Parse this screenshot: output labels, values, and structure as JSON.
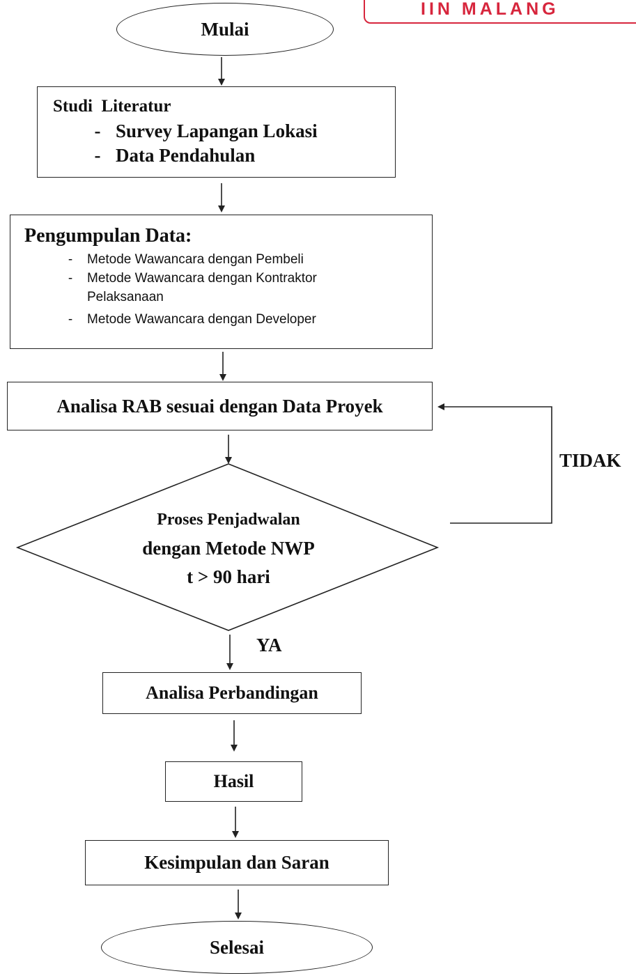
{
  "stamp": {
    "text": "IIN MALANG",
    "color": "#d7263d"
  },
  "flowchart": {
    "start": "Mulai",
    "studi": {
      "title": "Studi  Literatur",
      "items": [
        "Survey Lapangan Lokasi",
        "Data Pendahulan"
      ]
    },
    "pengumpulan": {
      "title": "Pengumpulan Data:",
      "items": [
        "Metode Wawancara dengan Pembeli",
        "Metode Wawancara dengan Kontraktor Pelaksanaan",
        "Metode Wawancara dengan Developer"
      ]
    },
    "analisa_rab": "Analisa RAB sesuai dengan Data Proyek",
    "decision": {
      "line1": "Proses Penjadwalan",
      "line2": "dengan Metode NWP",
      "line3": "t > 90 hari"
    },
    "no_label": "TIDAK",
    "yes_label": "YA",
    "analisa_perbandingan": "Analisa Perbandingan",
    "hasil": "Hasil",
    "kesimpulan": "Kesimpulan dan Saran",
    "end": "Selesai"
  },
  "bullet_marker": "-"
}
